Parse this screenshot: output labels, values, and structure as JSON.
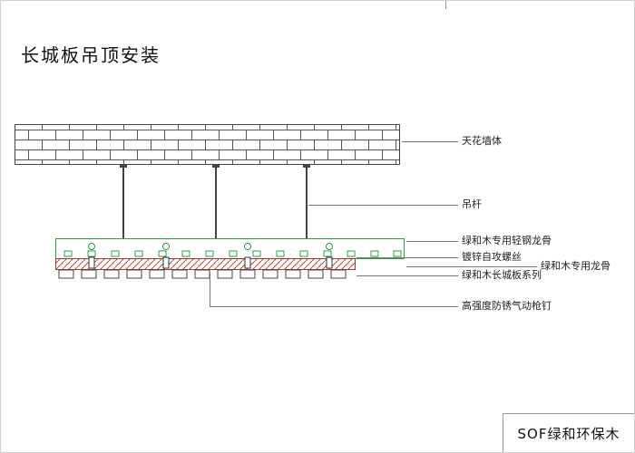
{
  "page": {
    "title": "长城板吊顶安装"
  },
  "annotations": {
    "ceiling_wall": "天花墙体",
    "hanger_rod": "吊杆",
    "light_steel_keel": "绿和木专用轻钢龙骨",
    "galvanized_screw": "镀锌自攻螺丝",
    "special_keel": "绿和木专用龙骨",
    "wall_board_series": "绿和木长城板系列",
    "pneumatic_nail": "高强度防锈气动枪钉"
  },
  "title_block": {
    "brand": "SOF绿和环保木"
  },
  "colors": {
    "keel_green": "#2f9e44",
    "hatch_red": "#cc4444",
    "line_dark": "#444444",
    "leader_gray": "#777777"
  }
}
